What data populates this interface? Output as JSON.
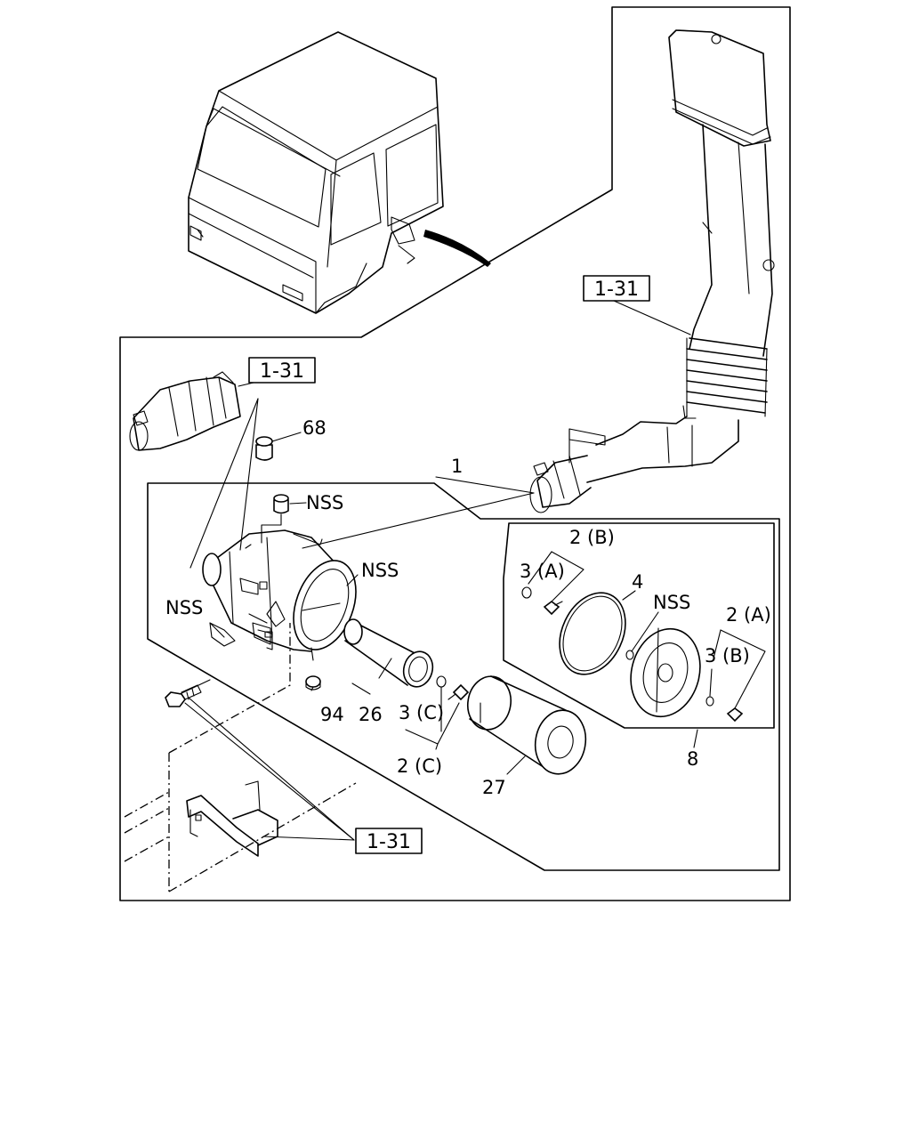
{
  "labels": {
    "ref_top": "1-31",
    "ref_left": "1-31",
    "ref_bottom": "1-31",
    "p68": "68",
    "nss_cap": "NSS",
    "nss_body": "NSS",
    "nss_left": "NSS",
    "nss_cover": "NSS",
    "p1": "1",
    "p2b": "2 (B)",
    "p3a": "3 (A)",
    "p4": "4",
    "p2a": "2 (A)",
    "p3b": "3 (B)",
    "p94": "94",
    "p26": "26",
    "p3c": "3 (C)",
    "p2c": "2 (C)",
    "p27": "27",
    "p8": "8"
  }
}
